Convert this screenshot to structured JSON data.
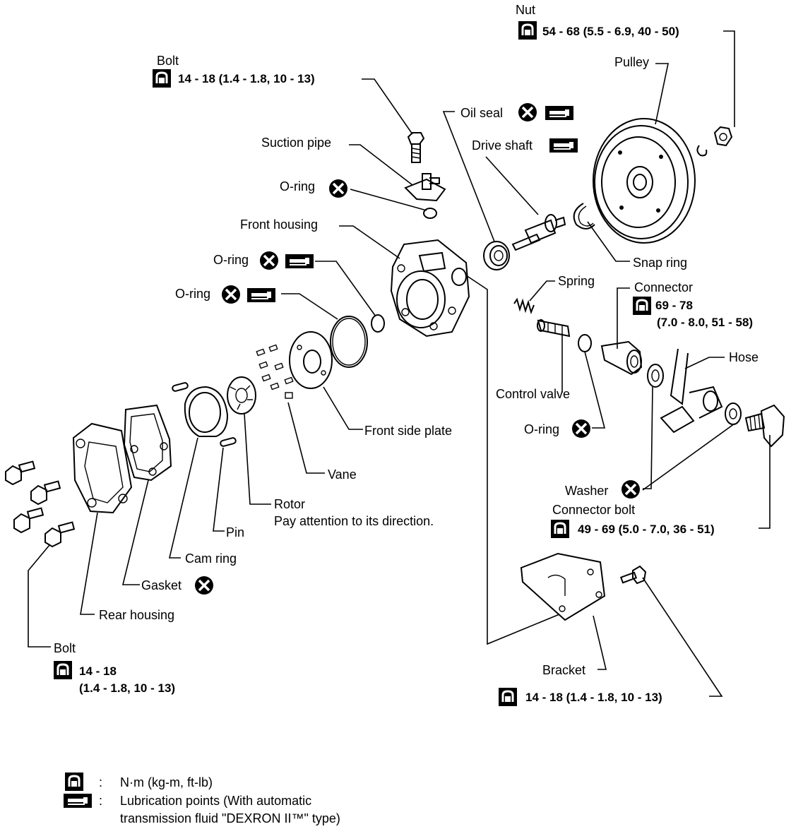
{
  "labels": {
    "nut": "Nut",
    "nut_torque": "54 - 68 (5.5 - 6.9, 40 - 50)",
    "pulley": "Pulley",
    "bolt_top": "Bolt",
    "bolt_top_torque": "14 - 18 (1.4 - 1.8, 10 - 13)",
    "oil_seal": "Oil seal",
    "drive_shaft": "Drive shaft",
    "suction_pipe": "Suction pipe",
    "o_ring_top": "O-ring",
    "front_housing": "Front housing",
    "snap_ring": "Snap ring",
    "o_ring_mid1": "O-ring",
    "o_ring_mid2": "O-ring",
    "spring": "Spring",
    "connector": "Connector",
    "connector_torque_1": "69 - 78",
    "connector_torque_2": "(7.0 - 8.0, 51 - 58)",
    "hose": "Hose",
    "control_valve": "Control valve",
    "front_side_plate": "Front side plate",
    "o_ring_cv": "O-ring",
    "vane": "Vane",
    "washer": "Washer",
    "connector_bolt": "Connector bolt",
    "connector_bolt_torque": "49 - 69 (5.0 - 7.0, 36 - 51)",
    "rotor": "Rotor",
    "rotor_note": "Pay attention to its direction.",
    "pin": "Pin",
    "cam_ring": "Cam ring",
    "gasket": "Gasket",
    "rear_housing": "Rear housing",
    "bolt_bottom": "Bolt",
    "bolt_bottom_torque_1": "14 - 18",
    "bolt_bottom_torque_2": "(1.4 - 1.8, 10 - 13)",
    "bracket": "Bracket",
    "bracket_torque": "14 - 18 (1.4 - 1.8, 10 - 13)"
  },
  "legend": {
    "separator": ":",
    "torque_units": "N·m (kg-m, ft-lb)",
    "lubrication_line1": "Lubrication points (With automatic",
    "lubrication_line2": "transmission fluid \"DEXRON II™\" type)"
  },
  "icons": {
    "torque": "torque-wrench-icon",
    "replace": "do-not-reuse-icon",
    "lubricate": "lubrication-icon"
  },
  "colors": {
    "ink": "#000000",
    "paper": "#ffffff"
  }
}
